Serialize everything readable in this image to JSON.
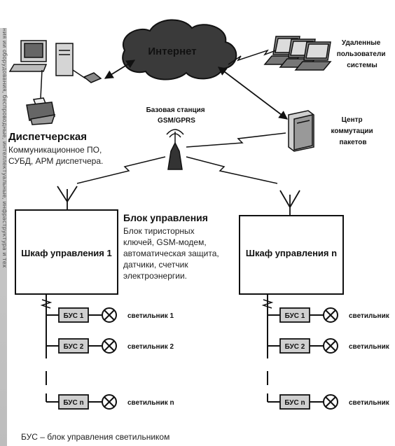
{
  "internet": "Интернет",
  "remote_users": [
    "Удаленные",
    "пользователи",
    "системы"
  ],
  "base_station": [
    "Базовая станция",
    "GSM/GPRS"
  ],
  "switch_center": [
    "Центр",
    "коммутации",
    "пакетов"
  ],
  "dispatch": {
    "title": "Диспетчерская",
    "lines": [
      "Коммуникационное ПО,",
      "СУБД, АРМ диспетчера."
    ]
  },
  "control_block": {
    "title": "Блок управления",
    "lines": [
      "Блок тиристорных",
      "ключей, GSM-модем,",
      "автоматическая защита,",
      "датчики, счетчик",
      "электроэнергии."
    ]
  },
  "cabinet_1": "Шкаф управления 1",
  "cabinet_n": "Шкаф управления n",
  "left_units": [
    {
      "bus": "БУС 1",
      "lamp": "светильник 1"
    },
    {
      "bus": "БУС 2",
      "lamp": "светильник 2"
    },
    {
      "bus": "БУС n",
      "lamp": "светильник n"
    }
  ],
  "right_units": [
    {
      "bus": "БУС 1",
      "lamp": "светильник"
    },
    {
      "bus": "БУС 2",
      "lamp": "светильник"
    },
    {
      "bus": "БУС n",
      "lamp": "светильник"
    }
  ],
  "footnote": "БУС – блок управления светильником",
  "side_text": "ния ии оборудования, беспроводные, интеллектуальные, инфраструктура и тех"
}
